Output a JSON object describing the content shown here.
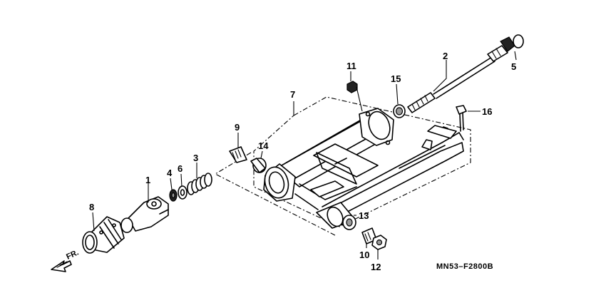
{
  "diagram": {
    "drawing_code": "MN53–F2800B",
    "direction_label": "FR.",
    "callouts": [
      {
        "id": "c1",
        "label": "1"
      },
      {
        "id": "c2",
        "label": "2"
      },
      {
        "id": "c3",
        "label": "3"
      },
      {
        "id": "c4",
        "label": "4"
      },
      {
        "id": "c5",
        "label": "5"
      },
      {
        "id": "c6",
        "label": "6"
      },
      {
        "id": "c7",
        "label": "7"
      },
      {
        "id": "c8",
        "label": "8"
      },
      {
        "id": "c9",
        "label": "9"
      },
      {
        "id": "c10",
        "label": "10"
      },
      {
        "id": "c11",
        "label": "11"
      },
      {
        "id": "c12",
        "label": "12"
      },
      {
        "id": "c13",
        "label": "13"
      },
      {
        "id": "c14",
        "label": "14"
      },
      {
        "id": "c15",
        "label": "15"
      },
      {
        "id": "c16",
        "label": "16"
      }
    ]
  }
}
